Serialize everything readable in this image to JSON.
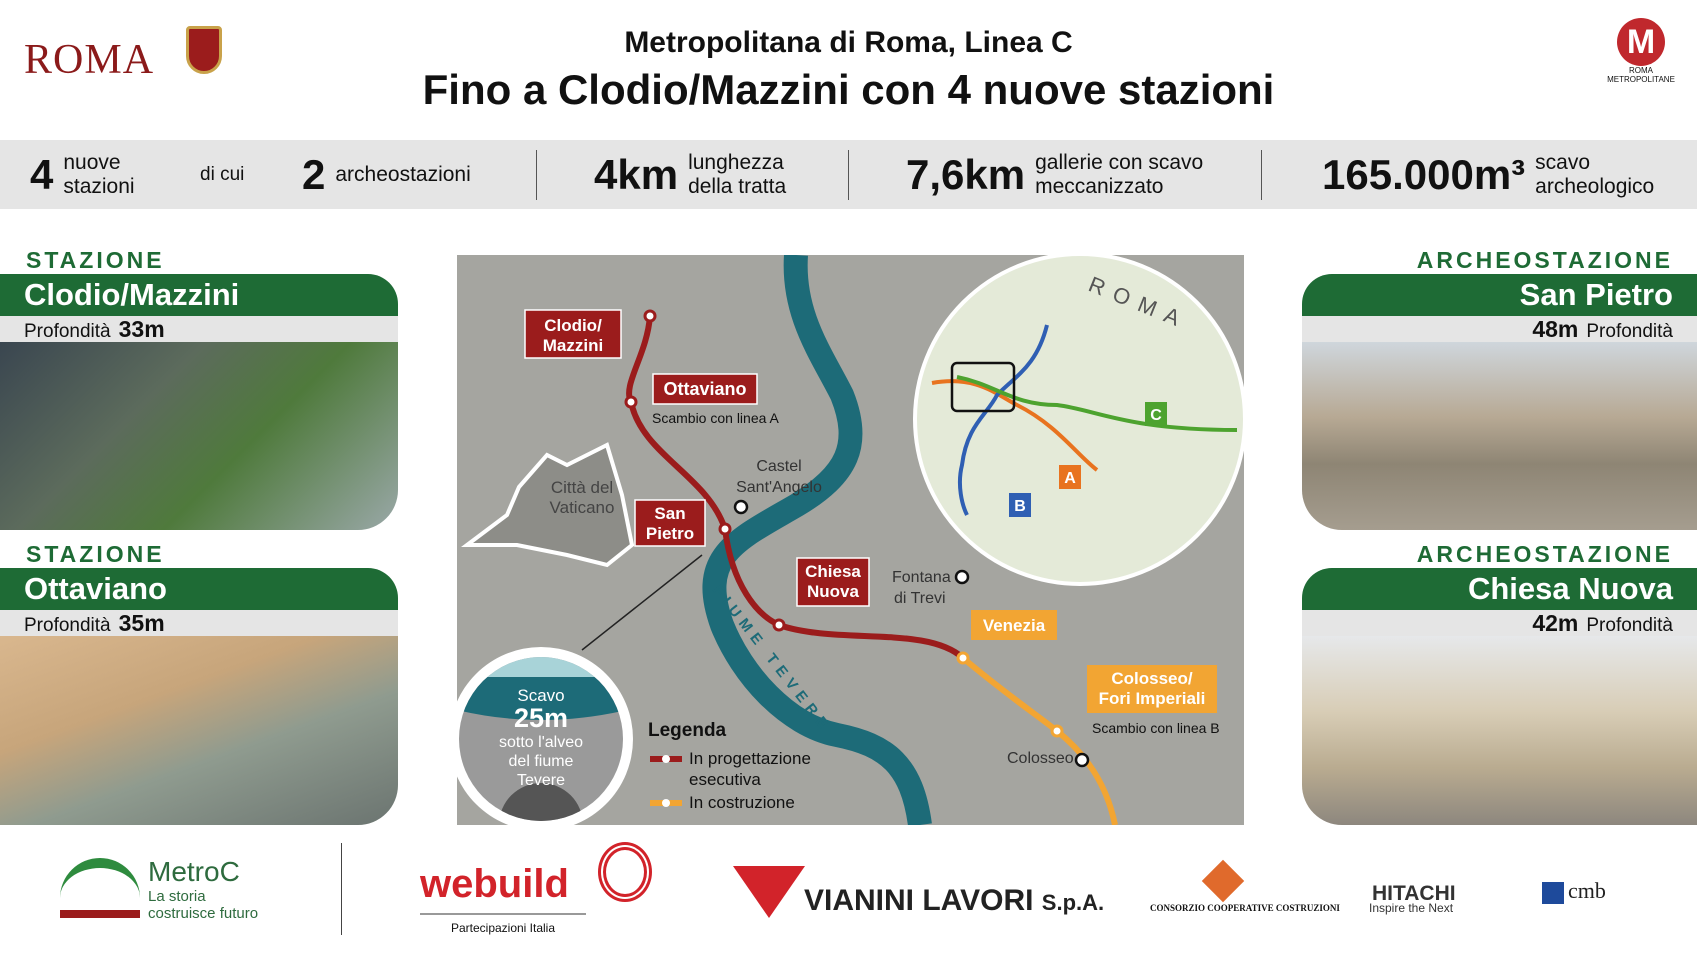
{
  "header": {
    "brand": "ROMA",
    "title": "Metropolitana di Roma, Linea C",
    "subtitle": "Fino a Clodio/Mazzini con 4 nuove stazioni",
    "rm_logo": "M",
    "rm_logo_text": "ROMA METROPOLITANE"
  },
  "stats": [
    {
      "value": "4",
      "l1": "nuove",
      "l2": "stazioni"
    },
    {
      "value": "di cui"
    },
    {
      "value": "2",
      "l1": "archeostazioni"
    },
    {
      "value": "4km",
      "l1": "lunghezza",
      "l2": "della tratta"
    },
    {
      "value": "7,6km",
      "l1": "gallerie con scavo",
      "l2": "meccanizzato"
    },
    {
      "value": "165.000m³",
      "l1": "scavo",
      "l2": "archeologico"
    }
  ],
  "panels": [
    {
      "type": "STAZIONE",
      "name": "Clodio/Mazzini",
      "depth_label": "Profondità",
      "depth": "33m"
    },
    {
      "type": "STAZIONE",
      "name": "Ottaviano",
      "depth_label": "Profondità",
      "depth": "35m"
    },
    {
      "type": "ARCHEOSTAZIONE",
      "name": "San Pietro",
      "depth_label": "Profondità",
      "depth": "48m"
    },
    {
      "type": "ARCHEOSTAZIONE",
      "name": "Chiesa Nuova",
      "depth_label": "Profondità",
      "depth": "42m"
    }
  ],
  "map": {
    "stations": {
      "clodio_1": "Clodio/",
      "clodio_2": "Mazzini",
      "ottaviano": "Ottaviano",
      "ottaviano_note": "Scambio con linea A",
      "sanpietro_1": "San",
      "sanpietro_2": "Pietro",
      "chiesa_1": "Chiesa",
      "chiesa_2": "Nuova",
      "venezia": "Venezia",
      "colosseo_1": "Colosseo/",
      "colosseo_2": "Fori Imperiali",
      "colosseo_note": "Scambio con linea B"
    },
    "places": {
      "vaticano_1": "Città del",
      "vaticano_2": "Vaticano",
      "castel_1": "Castel",
      "castel_2": "Sant'Angelo",
      "trevi_1": "Fontana",
      "trevi_2": "di Trevi",
      "colosseo": "Colosseo",
      "river": "FIUME TEVERE"
    },
    "inset": {
      "city": "ROMA",
      "line_a": "A",
      "line_b": "B",
      "line_c": "C"
    },
    "scavo": {
      "l1": "Scavo",
      "value": "25m",
      "l2": "sotto l'alveo",
      "l3": "del fiume",
      "l4": "Tevere"
    },
    "legend": {
      "title": "Legenda",
      "item1_a": "In progettazione",
      "item1_b": "esecutiva",
      "item2": "In costruzione"
    },
    "colors": {
      "design": "#9b1c1c",
      "construction": "#f2a533",
      "river": "#1d6b78",
      "line_a": "#e8731f",
      "line_b": "#2f5fb3",
      "line_c": "#4da32f"
    }
  },
  "logos": {
    "metroc": "MetroC",
    "metroc_tag1": "La storia",
    "metroc_tag2": "costruisce futuro",
    "webuild": "webuild",
    "webuild_sub": "Partecipazioni Italia",
    "vianini": "VIANINI LAVORI",
    "vianini_suffix": "S.p.A.",
    "ccc": "CONSORZIO COOPERATIVE COSTRUZIONI",
    "hitachi": "HITACHI",
    "hitachi_tag": "Inspire the Next",
    "cmb": "cmb"
  }
}
